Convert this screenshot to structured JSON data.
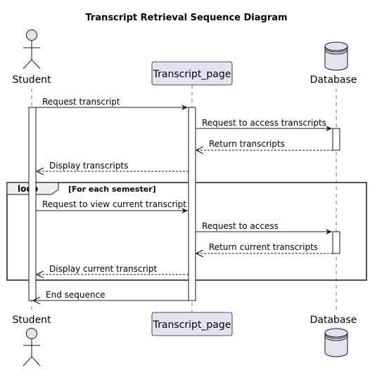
{
  "diagram": {
    "title": "Transcript Retrieval Sequence Diagram",
    "participants": {
      "student": "Student",
      "transcript_page": "Transcript_page",
      "database": "Database"
    },
    "loop": {
      "keyword": "loop",
      "condition": "[For each semester]"
    },
    "messages": [
      "Request transcript",
      "Request to access transcripts",
      "Return transcripts",
      "Display transcripts",
      "Request to view current transcript",
      "Request to access",
      "Return current transcripts",
      "Display current transcript",
      "End sequence"
    ],
    "colors": {
      "participant_fill": "#e2e2f0",
      "participant_border": "#181818",
      "lifeline": "#181818"
    }
  }
}
